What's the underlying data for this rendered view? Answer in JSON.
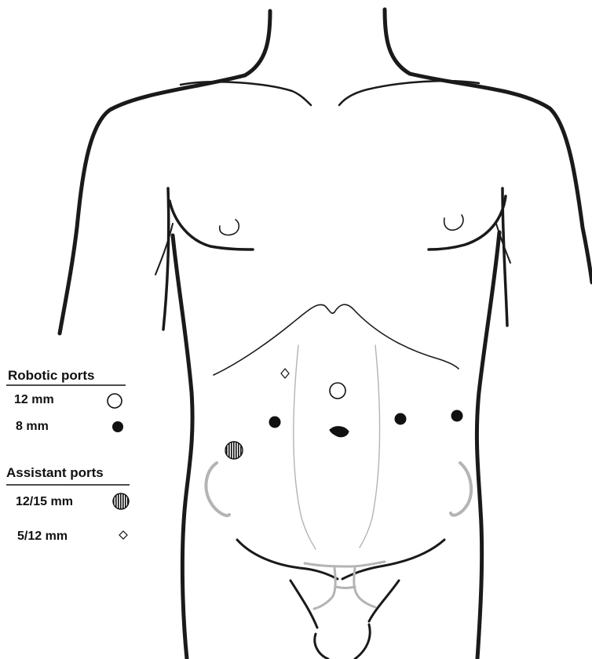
{
  "legend": {
    "robotic": {
      "title": "Robotic ports",
      "items": [
        {
          "label": "12 mm",
          "icon": "open-circle-icon"
        },
        {
          "label": "8 mm",
          "icon": "filled-circle-icon"
        }
      ]
    },
    "assistant": {
      "title": "Assistant ports",
      "items": [
        {
          "label": "12/15 mm",
          "icon": "hatched-circle-icon"
        },
        {
          "label": "5/12 mm",
          "icon": "small-diamond-icon"
        }
      ]
    }
  },
  "colors": {
    "outline": "#1a1a1a",
    "anatomy_gray": "#b4b4b4",
    "port_fill": "#111111",
    "background": "#ffffff"
  }
}
